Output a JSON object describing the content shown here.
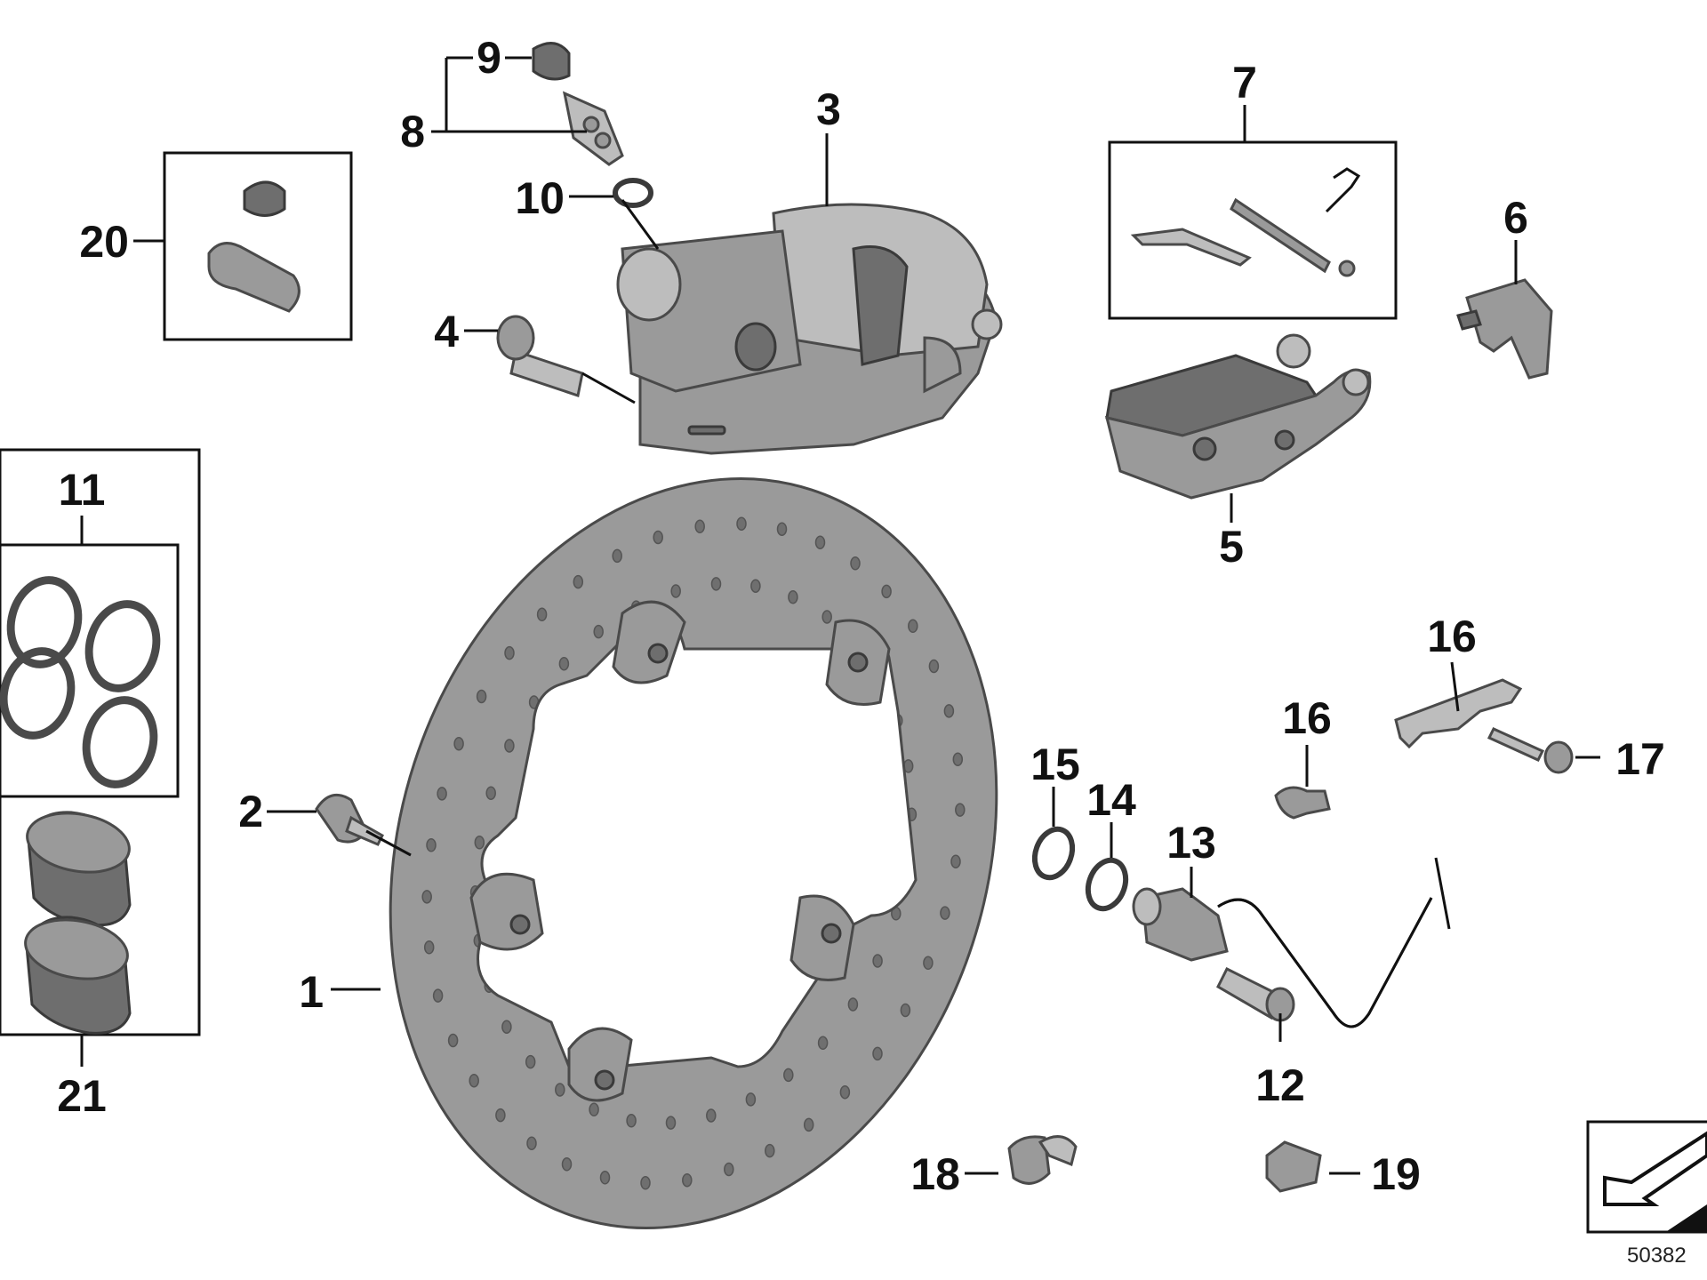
{
  "callouts": {
    "c1": "1",
    "c2": "2",
    "c3": "3",
    "c4": "4",
    "c5": "5",
    "c6": "6",
    "c7": "7",
    "c8": "8",
    "c9": "9",
    "c10": "10",
    "c11": "11",
    "c12": "12",
    "c13": "13",
    "c14": "14",
    "c15": "15",
    "c16a": "16",
    "c16b": "16",
    "c17": "17",
    "c18": "18",
    "c19": "19",
    "c20": "20",
    "c21": "21"
  },
  "document_number": "50382",
  "colors": {
    "part_fill": "#9a9a9a",
    "part_outline": "#4a4a4a",
    "callout_text": "#111111",
    "background": "#ffffff"
  }
}
